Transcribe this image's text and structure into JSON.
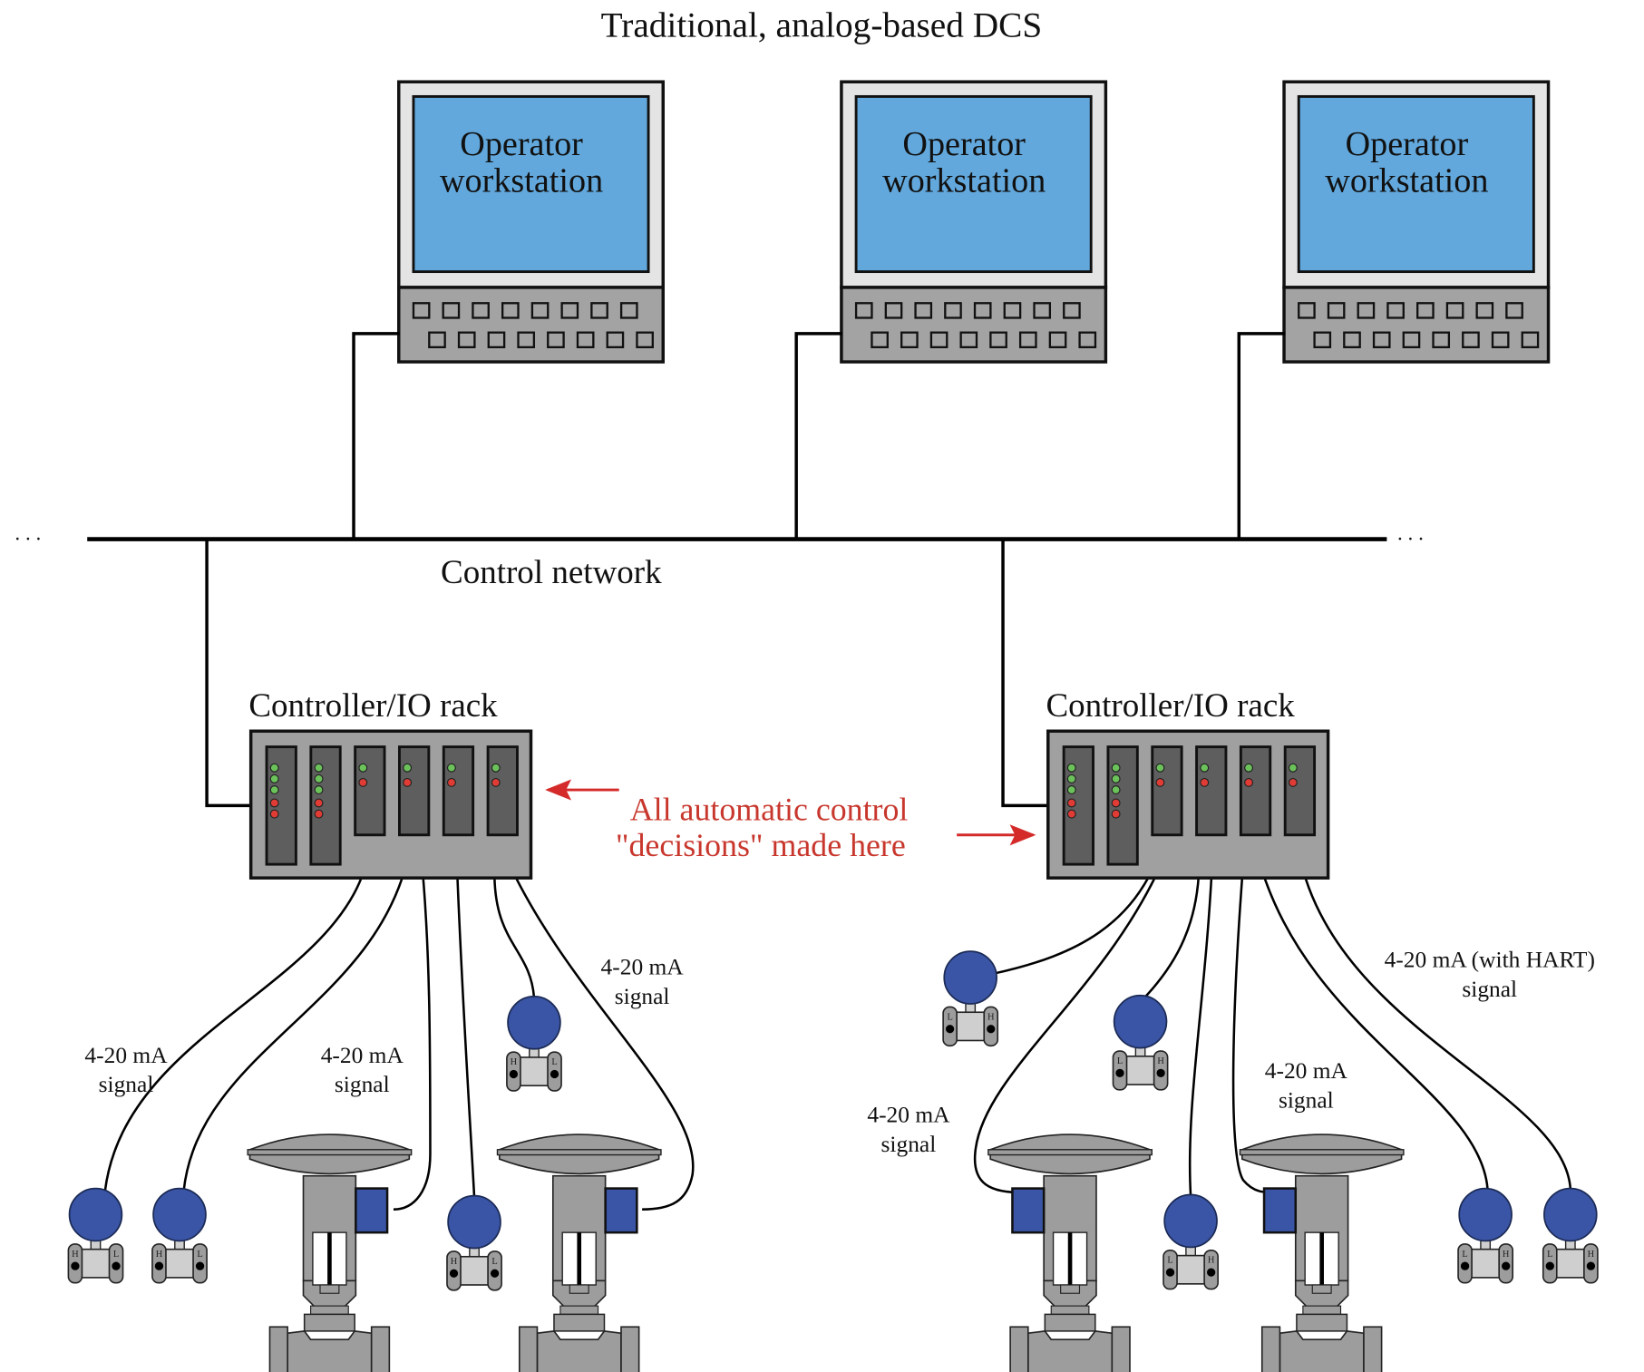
{
  "title": "Traditional, analog-based DCS",
  "colors": {
    "screen": "#62a8dc",
    "bezel": "#e4e4e4",
    "keyboard": "#a3a3a3",
    "rack": "#a0a0a0",
    "module": "#5e5e5e",
    "led_green": "#6cc25a",
    "led_red": "#e03c35",
    "annotation": "#c8372d",
    "transmitter_head": "#3a55a5",
    "valve_body": "#9d9d9d",
    "positioner": "#3a55a5"
  },
  "workstations": [
    {
      "label_line1": "Operator",
      "label_line2": "workstation",
      "keys_per_row": 8
    },
    {
      "label_line1": "Operator",
      "label_line2": "workstation",
      "keys_per_row": 8
    },
    {
      "label_line1": "Operator",
      "label_line2": "workstation",
      "keys_per_row": 8
    }
  ],
  "network": {
    "label": "Control network",
    "continuation_left": ". . .",
    "continuation_right": ". . ."
  },
  "racks": [
    {
      "label": "Controller/IO rack",
      "modules": [
        {
          "type": "processor",
          "leds": [
            "green",
            "green",
            "green",
            "red",
            "red"
          ]
        },
        {
          "type": "processor",
          "leds": [
            "green",
            "green",
            "green",
            "red",
            "red"
          ]
        },
        {
          "type": "io",
          "leds": [
            "green",
            "red"
          ]
        },
        {
          "type": "io",
          "leds": [
            "green",
            "red"
          ]
        },
        {
          "type": "io",
          "leds": [
            "green",
            "red"
          ]
        },
        {
          "type": "io",
          "leds": [
            "green",
            "red"
          ]
        }
      ]
    },
    {
      "label": "Controller/IO rack",
      "modules": [
        {
          "type": "processor",
          "leds": [
            "green",
            "green",
            "green",
            "red",
            "red"
          ]
        },
        {
          "type": "processor",
          "leds": [
            "green",
            "green",
            "green",
            "red",
            "red"
          ]
        },
        {
          "type": "io",
          "leds": [
            "green",
            "red"
          ]
        },
        {
          "type": "io",
          "leds": [
            "green",
            "red"
          ]
        },
        {
          "type": "io",
          "leds": [
            "green",
            "red"
          ]
        },
        {
          "type": "io",
          "leds": [
            "green",
            "red"
          ]
        }
      ]
    }
  ],
  "annotation": {
    "line1": "All automatic control",
    "line2": "\"decisions\" made here"
  },
  "signal_labels": [
    {
      "line1": "4-20 mA",
      "line2": "signal"
    },
    {
      "line1": "4-20 mA",
      "line2": "signal"
    },
    {
      "line1": "4-20 mA",
      "line2": "signal"
    },
    {
      "line1": "4-20 mA",
      "line2": "signal"
    },
    {
      "line1": "4-20 mA",
      "line2": "signal"
    },
    {
      "line1": "4-20 mA (with HART)",
      "line2": "signal"
    }
  ],
  "field_devices": {
    "rack1": {
      "transmitters": [
        {
          "port_left": "H",
          "port_right": "L"
        },
        {
          "port_left": "H",
          "port_right": "L"
        },
        {
          "port_left": "H",
          "port_right": "L"
        },
        {
          "port_left": "H",
          "port_right": "L"
        }
      ],
      "control_valves": 2
    },
    "rack2": {
      "transmitters": [
        {
          "port_left": "L",
          "port_right": "H"
        },
        {
          "port_left": "L",
          "port_right": "H"
        },
        {
          "port_left": "L",
          "port_right": "H"
        },
        {
          "port_left": "L",
          "port_right": "H"
        },
        {
          "port_left": "L",
          "port_right": "H"
        }
      ],
      "control_valves": 2
    }
  }
}
